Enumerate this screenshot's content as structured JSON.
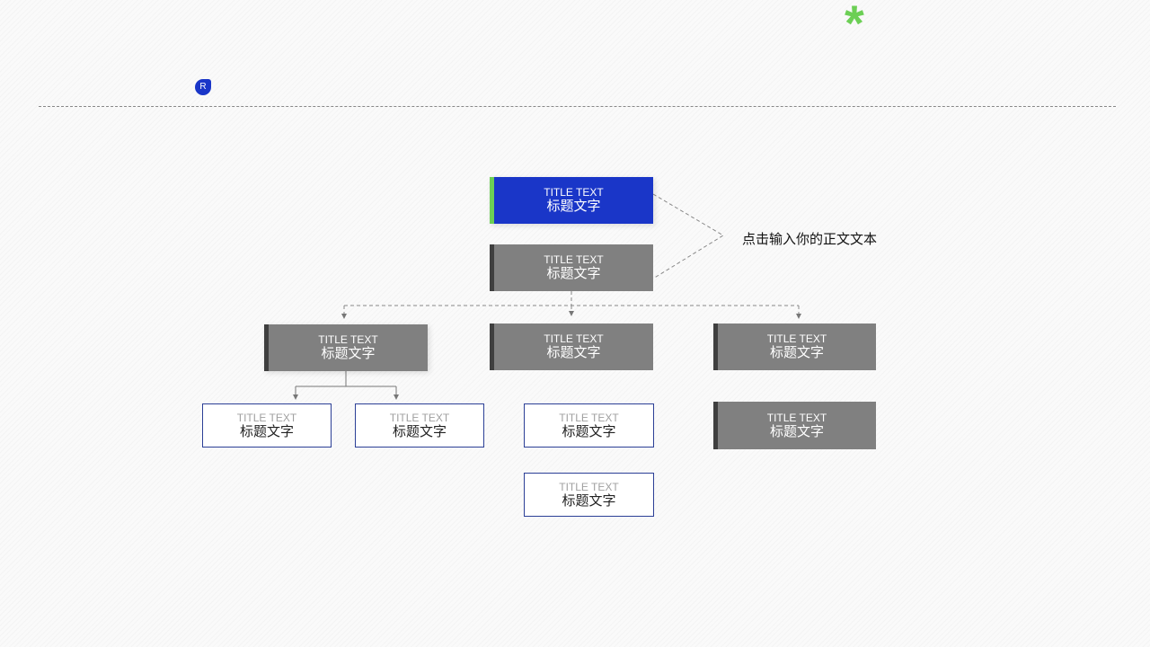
{
  "decor": {
    "asterisk": "*",
    "badge": "R"
  },
  "note": "点击输入你的正文文本",
  "nodes": [
    {
      "title": "TITLE TEXT",
      "subtitle": "标题文字"
    },
    {
      "title": "TITLE TEXT",
      "subtitle": "标题文字"
    },
    {
      "title": "TITLE TEXT",
      "subtitle": "标题文字"
    },
    {
      "title": "TITLE TEXT",
      "subtitle": "标题文字"
    },
    {
      "title": "TITLE TEXT",
      "subtitle": "标题文字"
    },
    {
      "title": "TITLE TEXT",
      "subtitle": "标题文字"
    },
    {
      "title": "TITLE TEXT",
      "subtitle": "标题文字"
    },
    {
      "title": "TITLE TEXT",
      "subtitle": "标题文字"
    },
    {
      "title": "TITLE TEXT",
      "subtitle": "标题文字"
    },
    {
      "title": "TITLE TEXT",
      "subtitle": "标题文字"
    }
  ],
  "colors": {
    "blue": "#1a36c8",
    "green": "#6ccf55",
    "gray": "#808080"
  }
}
